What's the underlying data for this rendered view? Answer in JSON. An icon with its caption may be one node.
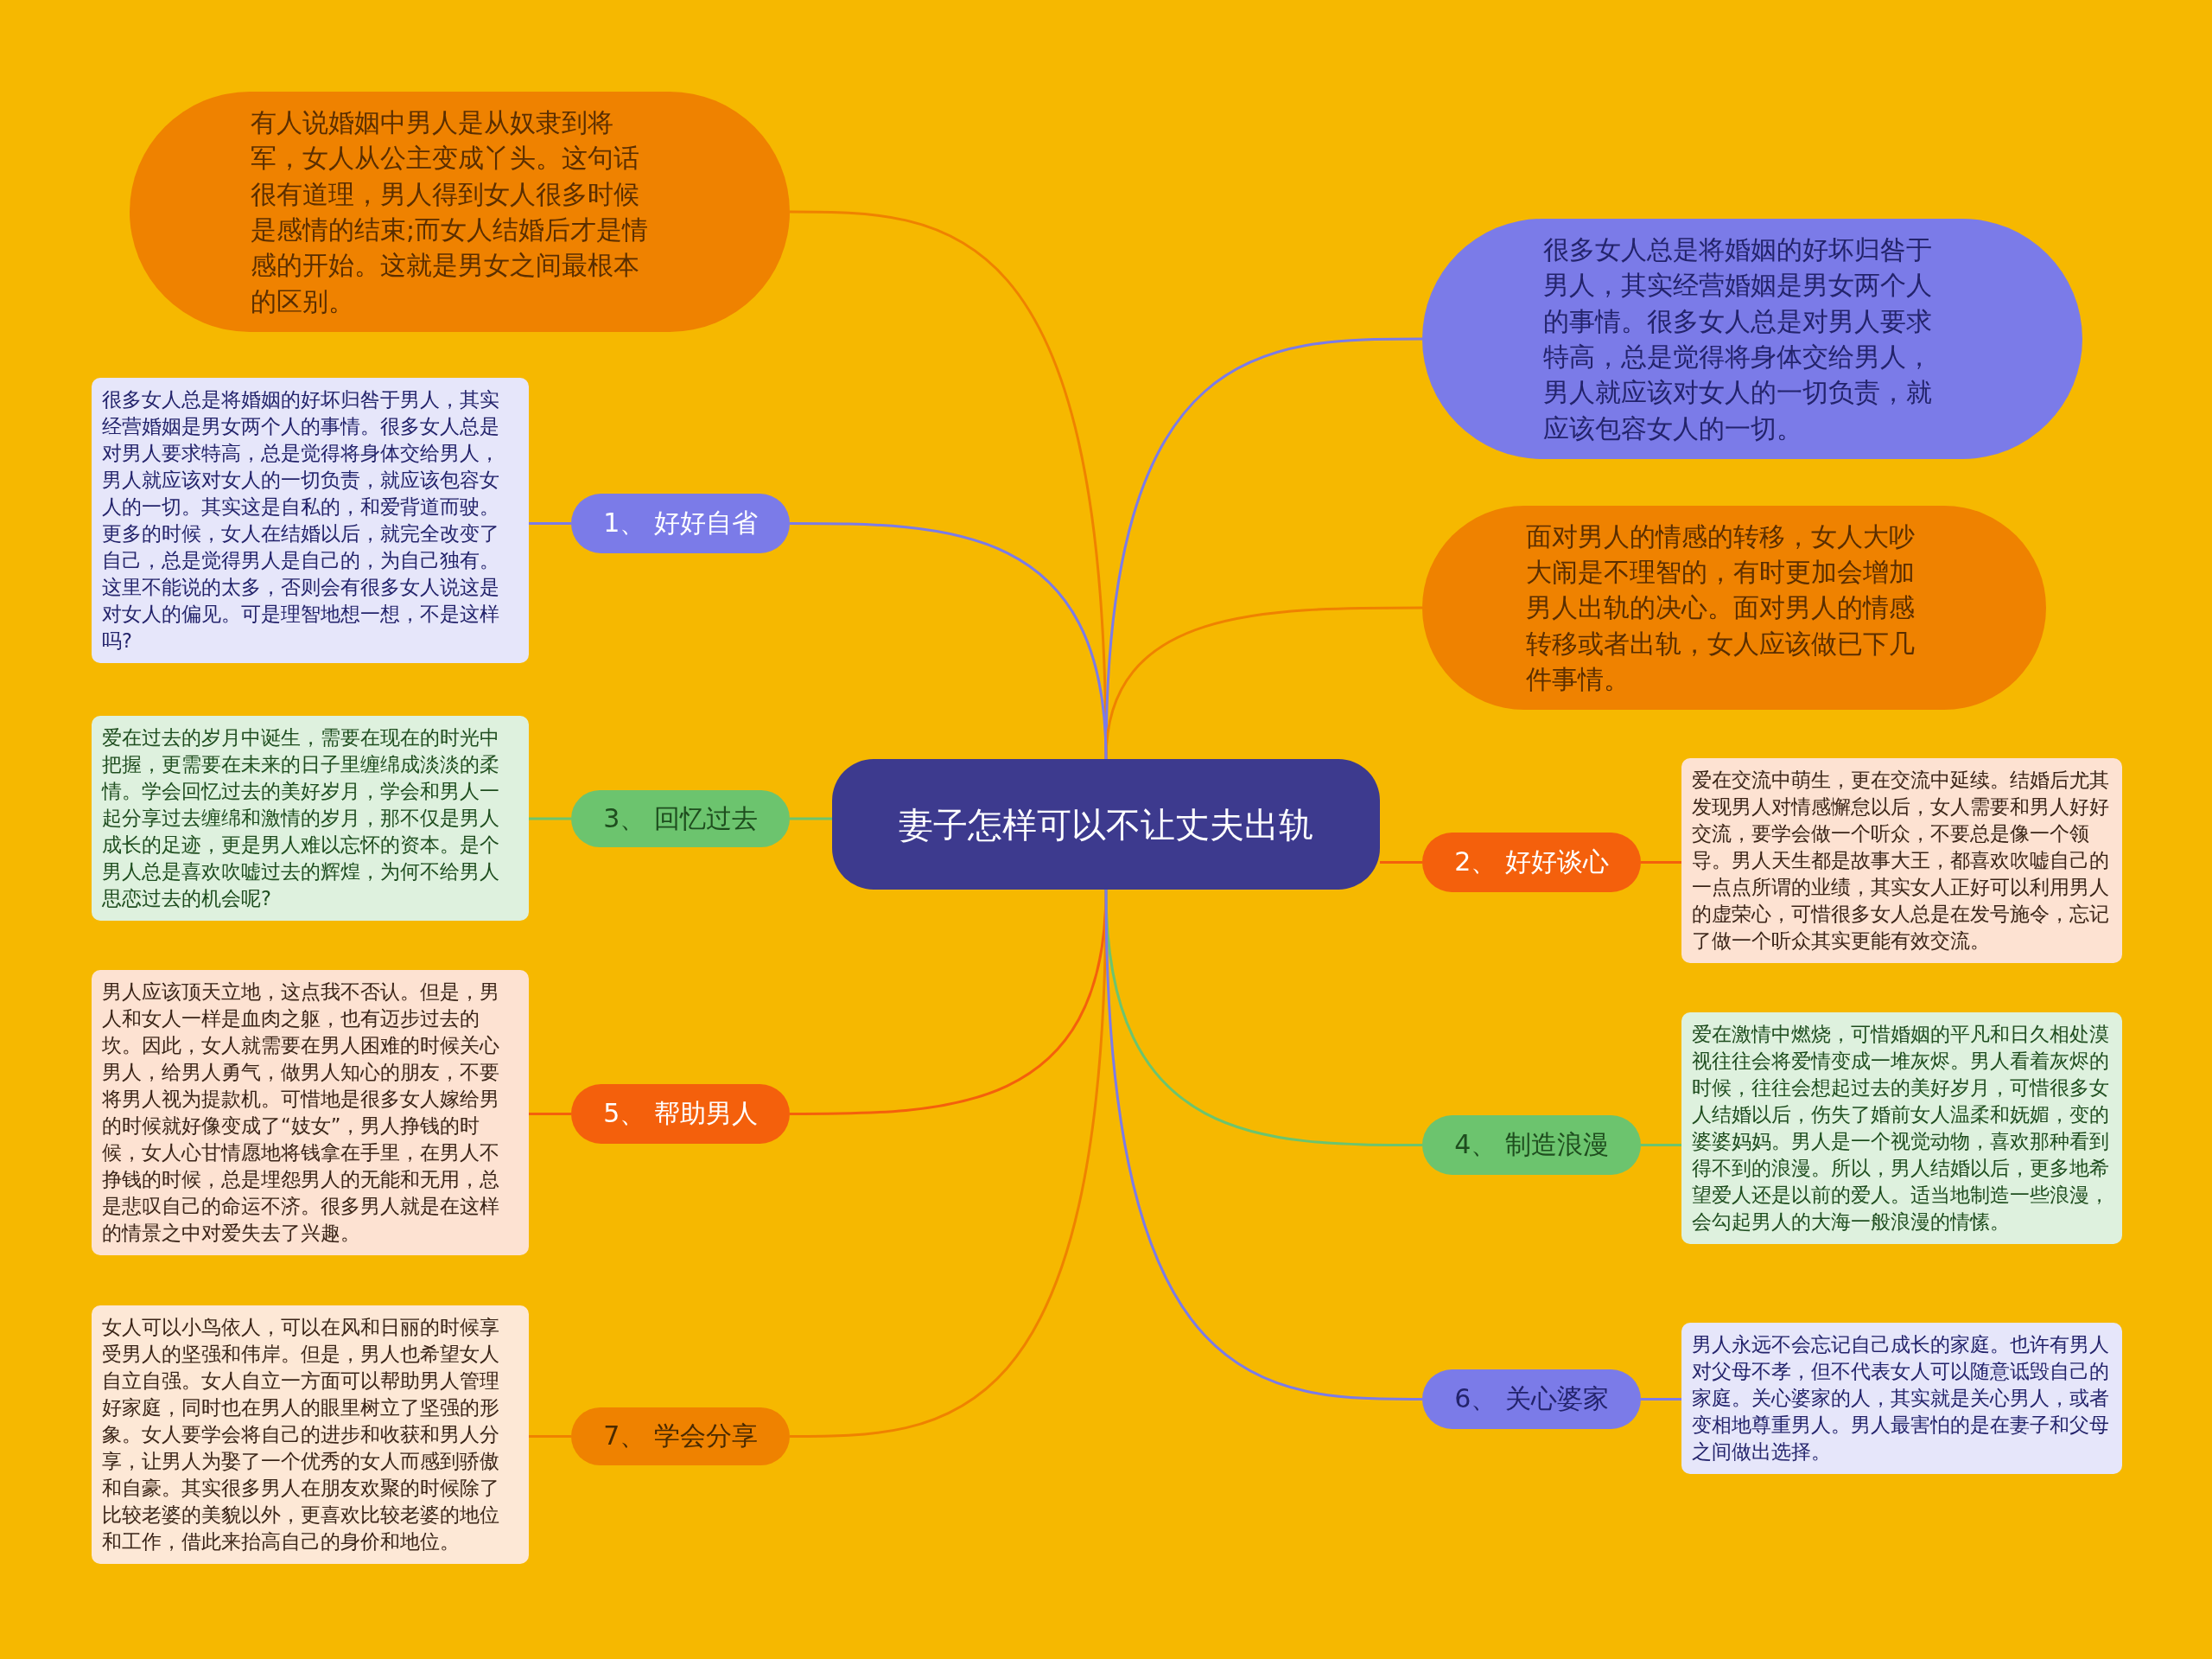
{
  "diagram": {
    "nodes": [
      {
        "text": [
          "妻子怎样可以不让丈夫出轨"
        ]
      },
      {
        "text": [
          "有人说婚姻中男人是从奴隶到将军，女人从公主变成丫头。这句话很有道理，男人得到女人很多时候是感情的结束;而女人结婚后才是情感的开始。这就是男女之间最根本的区别。"
        ]
      },
      {
        "text": [
          "很多女人总是将婚姻的好坏归咎于男人，其实经营婚姻是男女两个人的事情。很多女人总是对男人要求特高，总是觉得将身体交给男人，男人就应该对女人的一切负责，就应该包容女人的一切。"
        ]
      },
      {
        "text": [
          "面对男人的情感的转移，女人大吵大闹是不理智的，有时更加会增加男人出轨的决心。面对男人的情感转移或者出轨，女人应该做已下几件事情。"
        ]
      },
      {
        "text": [
          "1、 好好自省"
        ]
      },
      {
        "text": [
          "很多女人总是将婚姻的好坏归咎于男人，其实经营婚姻是男女两个人的事情。很多女人总是对男人要求特高，总是觉得将身体交给男人，男人就应该对女人的一切负责，就应该包容女人的一切。其实这是自私的，和爱背道而驶。更多的时候，女人在结婚以后，就完全改变了自己，总是觉得男人是自己的，为自己独有。这里不能说的太多，否则会有很多女人说这是对女人的偏见。可是理智地想一想，不是这样吗?"
        ]
      },
      {
        "text": [
          "3、 回忆过去"
        ]
      },
      {
        "text": [
          "爱在过去的岁月中诞生，需要在现在的时光中把握，更需要在未来的日子里缠绵成淡淡的柔情。学会回忆过去的美好岁月，学会和男人一起分享过去缠绵和激情的岁月，那不仅是男人成长的足迹，更是男人难以忘怀的资本。是个男人总是喜欢吹嘘过去的辉煌，为何不给男人思恋过去的机会呢?"
        ]
      },
      {
        "text": [
          "5、 帮助男人"
        ]
      },
      {
        "text": [
          "男人应该顶天立地，这点我不否认。但是，男人和女人一样是血肉之躯，也有迈步过去的坎。因此，女人就需要在男人困难的时候关心男人，给男人勇气，做男人知心的朋友，不要将男人视为提款机。可惜地是很多女人嫁给男的时候就好像变成了“妓女”，男人挣钱的时候，女人心甘情愿地将钱拿在手里，在男人不挣钱的时候，总是埋怨男人的无能和无用，总是悲叹自己的命运不济。很多男人就是在这样的情景之中对爱失去了兴趣。"
        ]
      },
      {
        "text": [
          "7、 学会分享"
        ]
      },
      {
        "text": [
          "女人可以小鸟依人，可以在风和日丽的时候享受男人的坚强和伟岸。但是，男人也希望女人自立自强。女人自立一方面可以帮助男人管理好家庭，同时也在男人的眼里树立了坚强的形象。女人要学会将自己的进步和收获和男人分享，让男人为娶了一个优秀的女人而感到骄傲和自豪。其实很多男人在朋友欢聚的时候除了比较老婆的美貌以外，更喜欢比较老婆的地位和工作，借此来抬高自己的身价和地位。"
        ]
      },
      {
        "text": [
          "2、 好好谈心"
        ]
      },
      {
        "text": [
          "爱在交流中萌生，更在交流中延续。结婚后尤其发现男人对情感懈怠以后，女人需要和男人好好交流，要学会做一个听众，不要总是像一个领导。男人天生都是故事大王，都喜欢吹嘘自己的一点点所谓的业绩，其实女人正好可以利用男人的虚荣心，可惜很多女人总是在发号施令，忘记了做一个听众其实更能有效交流。"
        ]
      },
      {
        "text": [
          "4、 制造浪漫"
        ]
      },
      {
        "text": [
          "爱在激情中燃烧，可惜婚姻的平凡和日久相处漠视往往会将爱情变成一堆灰烬。男人看着灰烬的时候，往往会想起过去的美好岁月，可惜很多女人结婚以后，伤失了婚前女人温柔和妩媚，变的婆婆妈妈。男人是一个视觉动物，喜欢那种看到得不到的浪漫。所以，男人结婚以后，更多地希望爱人还是以前的爱人。适当地制造一些浪漫，会勾起男人的大海一般浪漫的情愫。"
        ]
      },
      {
        "text": [
          "6、 关心婆家"
        ]
      },
      {
        "text": [
          "男人永远不会忘记自己成长的家庭。也许有男人对父母不孝，但不代表女人可以随意诋毁自己的家庭。关心婆家的人，其实就是关心男人，或者变相地尊重男人。男人最害怕的是在妻子和父母之间做出选择。"
        ]
      }
    ],
    "edges": [
      {
        "from": 0,
        "to": 1,
        "arrow": "none",
        "color": "#ef8200"
      },
      {
        "from": 0,
        "to": 2,
        "arrow": "none",
        "color": "#7b7be8"
      },
      {
        "from": 0,
        "to": 3,
        "arrow": "none",
        "color": "#ef8200"
      },
      {
        "from": 0,
        "to": 4,
        "arrow": "none",
        "color": "#7b7be8"
      },
      {
        "from": 0,
        "to": 6,
        "arrow": "none",
        "color": "#6cc46e"
      },
      {
        "from": 0,
        "to": 8,
        "arrow": "none",
        "color": "#f4600c"
      },
      {
        "from": 0,
        "to": 10,
        "arrow": "none",
        "color": "#ef8200"
      },
      {
        "from": 0,
        "to": 12,
        "arrow": "none",
        "color": "#f4600c"
      },
      {
        "from": 0,
        "to": 14,
        "arrow": "none",
        "color": "#6cc46e"
      },
      {
        "from": 0,
        "to": 16,
        "arrow": "none",
        "color": "#7b7be8"
      },
      {
        "from": 4,
        "to": 5,
        "arrow": "none",
        "color": "#7b7be8"
      },
      {
        "from": 6,
        "to": 7,
        "arrow": "none",
        "color": "#6cc46e"
      },
      {
        "from": 8,
        "to": 9,
        "arrow": "none",
        "color": "#f4600c"
      },
      {
        "from": 10,
        "to": 11,
        "arrow": "none",
        "color": "#ef8200"
      },
      {
        "from": 12,
        "to": 13,
        "arrow": "none",
        "color": "#f4600c"
      },
      {
        "from": 14,
        "to": 15,
        "arrow": "none",
        "color": "#6cc46e"
      },
      {
        "from": 16,
        "to": 17,
        "arrow": "none",
        "color": "#7b7be8"
      }
    ]
  }
}
